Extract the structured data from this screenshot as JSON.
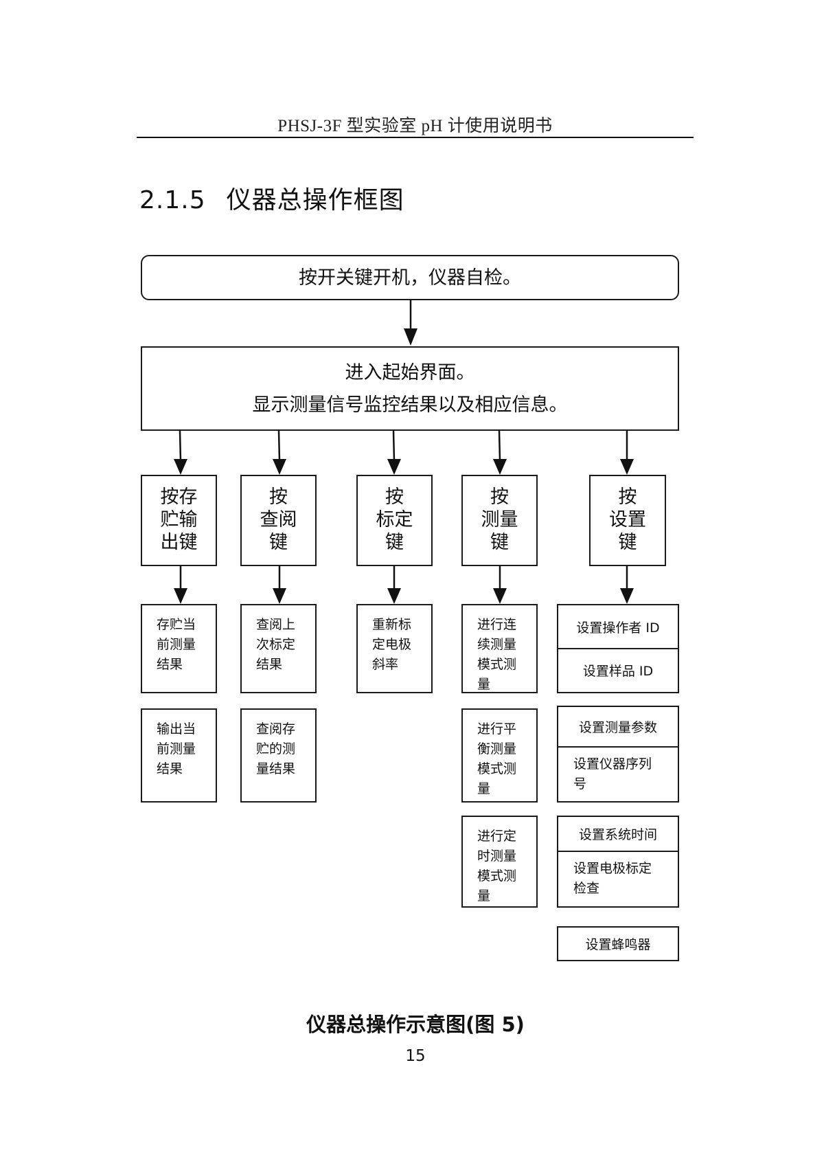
{
  "header": {
    "running_title": "PHSJ-3F 型实验室 pH 计使用说明书"
  },
  "section": {
    "number": "2.1.5",
    "title": "仪器总操作框图"
  },
  "flowchart": {
    "start_box": "按开关键开机，仪器自检。",
    "home_box": {
      "line1": "进入起始界面。",
      "line2": "显示测量信号监控结果以及相应信息。"
    },
    "keys": [
      {
        "id": "store-output",
        "label_lines": [
          "按存",
          "贮输",
          "出键"
        ],
        "actions": [
          "存贮当前测量结果",
          "输出当前测量结果"
        ]
      },
      {
        "id": "review",
        "label_lines": [
          "按",
          "查阅",
          "键"
        ],
        "actions": [
          "查阅上次标定结果",
          "查阅存贮的测量结果"
        ]
      },
      {
        "id": "calibrate",
        "label_lines": [
          "按",
          "标定",
          "键"
        ],
        "actions": [
          "重新标定电极斜率"
        ]
      },
      {
        "id": "measure",
        "label_lines": [
          "按",
          "测量",
          "键"
        ],
        "actions": [
          "进行连续测量模式测量",
          "进行平衡测量模式测量",
          "进行定时测量模式测量"
        ]
      },
      {
        "id": "settings",
        "label_lines": [
          "按",
          "设置",
          "键"
        ],
        "action_groups": [
          [
            "设置操作者 ID",
            "设置样品 ID"
          ],
          [
            "设置测量参数",
            "设置仪器序列号"
          ],
          [
            "设置系统时间",
            "设置电极标定检查"
          ],
          [
            "设置蜂鸣器"
          ]
        ]
      }
    ]
  },
  "caption": "仪器总操作示意图(图 5)",
  "page_number": "15"
}
